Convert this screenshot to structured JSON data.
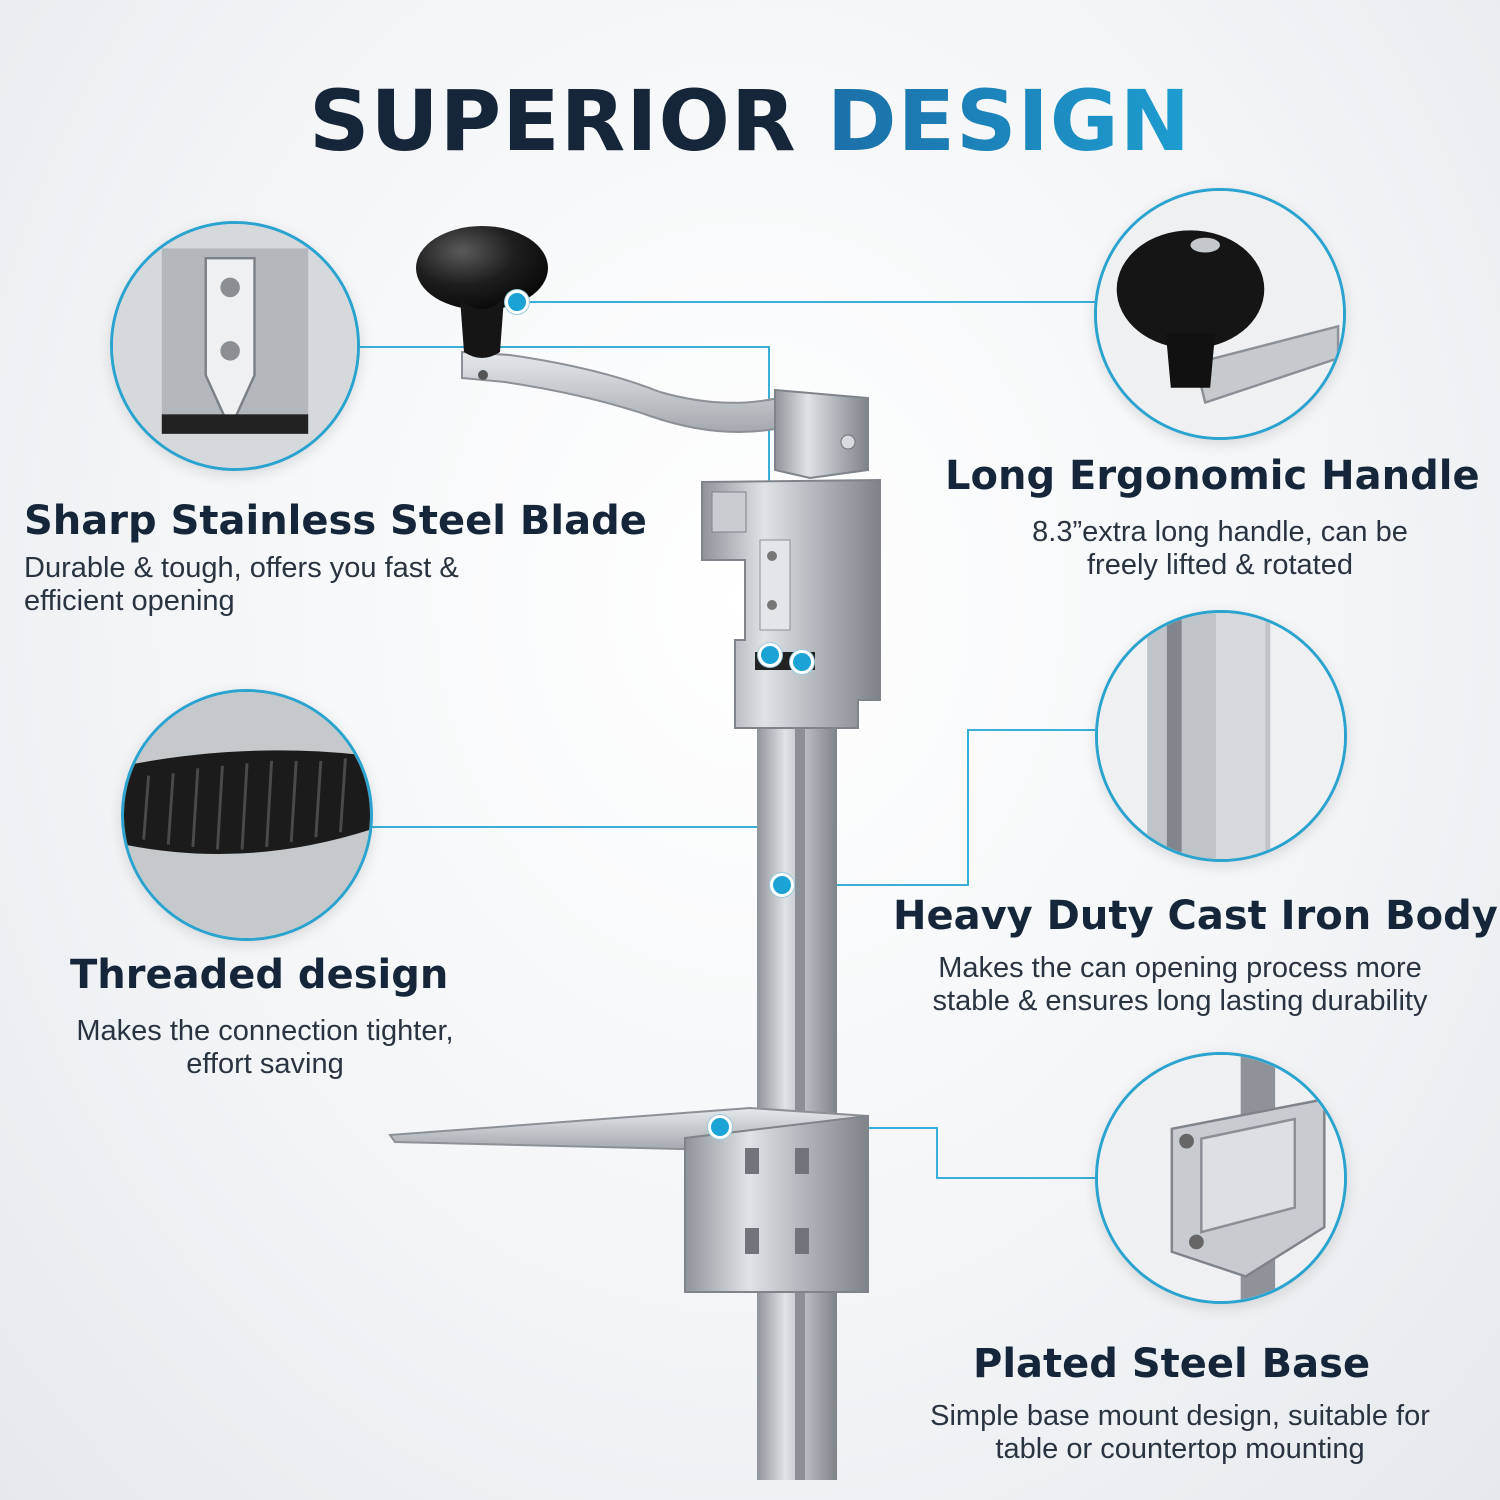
{
  "heading": {
    "word1": "SUPERIOR",
    "word2": "DESIGN"
  },
  "features": {
    "blade": {
      "title": "Sharp Stainless Steel Blade",
      "desc_line1": "Durable & tough, offers you fast &",
      "desc_line2": "efficient opening"
    },
    "handle": {
      "title": "Long Ergonomic Handle",
      "desc_line1": "8.3”extra long handle, can be",
      "desc_line2": "freely lifted & rotated"
    },
    "threaded": {
      "title": "Threaded design",
      "desc_line1": "Makes the connection tighter,",
      "desc_line2": "effort saving"
    },
    "body": {
      "title": "Heavy Duty Cast Iron Body",
      "desc_line1": "Makes the can opening process more",
      "desc_line2": "stable & ensures long lasting durability"
    },
    "base": {
      "title": "Plated Steel Base",
      "desc_line1": "Simple base mount design, suitable for",
      "desc_line2": "table or countertop mounting"
    }
  },
  "colors": {
    "accent": "#1aa3d4",
    "heading_dark": "#15263a",
    "steel": "#b9bec3",
    "knob": "#1a1a1a"
  }
}
